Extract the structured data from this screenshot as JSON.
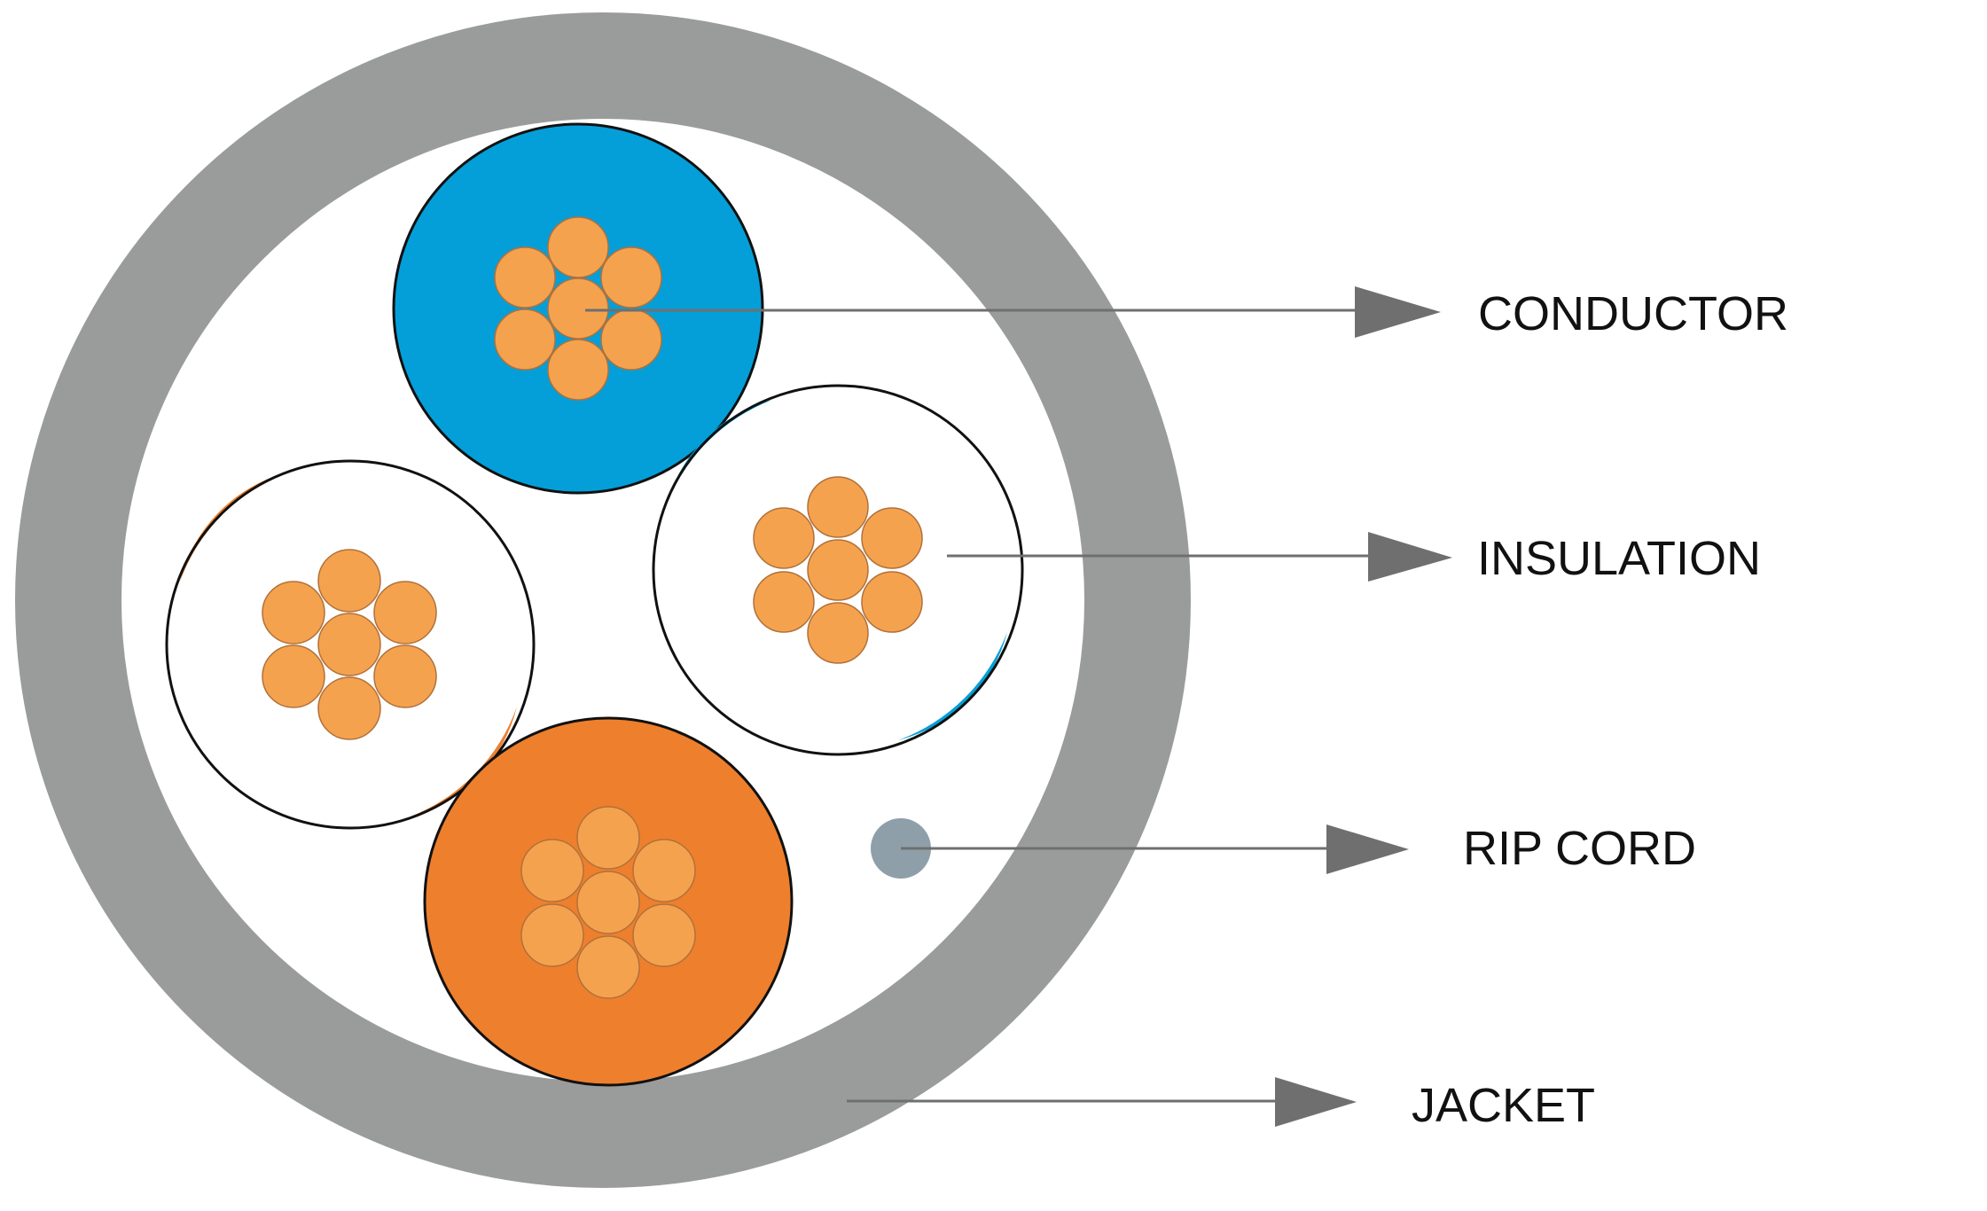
{
  "labels": {
    "conductor": "CONDUCTOR",
    "insulation": "INSULATION",
    "rip_cord": "RIP CORD",
    "jacket": "JACKET"
  },
  "colors": {
    "jacket": "#9a9b9b",
    "blue": "#049fd9",
    "orange": "#ee7f2d",
    "strand": "#f5a24f",
    "rip_cord": "#8e9fa9",
    "arrow": "#6f6f6f"
  }
}
